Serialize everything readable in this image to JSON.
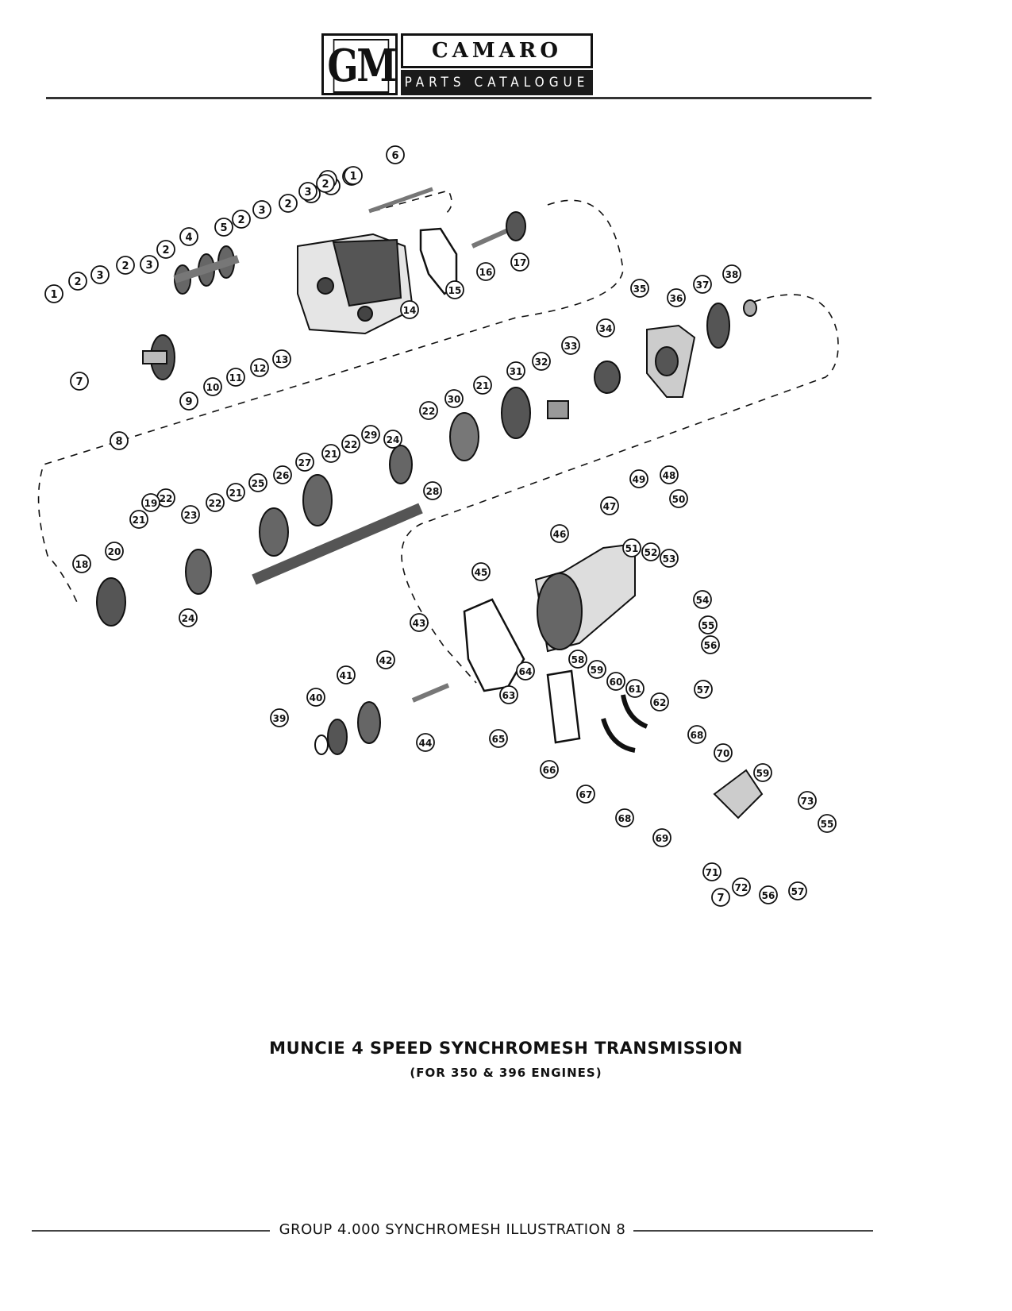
{
  "header": {
    "logo_text": "GM",
    "title": "CAMARO",
    "subtitle": "PARTS CATALOGUE"
  },
  "diagram": {
    "callouts": [
      "1",
      "2",
      "3",
      "2",
      "3",
      "2",
      "4",
      "5",
      "2",
      "3",
      "2",
      "3",
      "3",
      "2",
      "1",
      "6",
      "1",
      "2",
      "3",
      "16",
      "17",
      "15",
      "14",
      "13",
      "12",
      "11",
      "10",
      "9",
      "8",
      "7",
      "35",
      "36",
      "37",
      "38",
      "34",
      "33",
      "32",
      "31",
      "21",
      "30",
      "22",
      "29",
      "22",
      "21",
      "27",
      "24",
      "28",
      "26",
      "25",
      "21",
      "22",
      "23",
      "22",
      "21",
      "20",
      "19",
      "18",
      "24",
      "49",
      "48",
      "50",
      "47",
      "46",
      "51",
      "52",
      "53",
      "54",
      "55",
      "56",
      "57",
      "45",
      "43",
      "42",
      "41",
      "40",
      "39",
      "44",
      "64",
      "63",
      "58",
      "59",
      "60",
      "61",
      "62",
      "65",
      "66",
      "67",
      "68",
      "70",
      "68",
      "69",
      "59",
      "71",
      "72",
      "73",
      "55",
      "56",
      "57",
      "7"
    ]
  },
  "caption": {
    "main": "MUNCIE 4 SPEED SYNCHROMESH TRANSMISSION",
    "sub": "(FOR 350 & 396 ENGINES)"
  },
  "footer": {
    "text": "GROUP 4.000 SYNCHROMESH ILLUSTRATION 8"
  }
}
